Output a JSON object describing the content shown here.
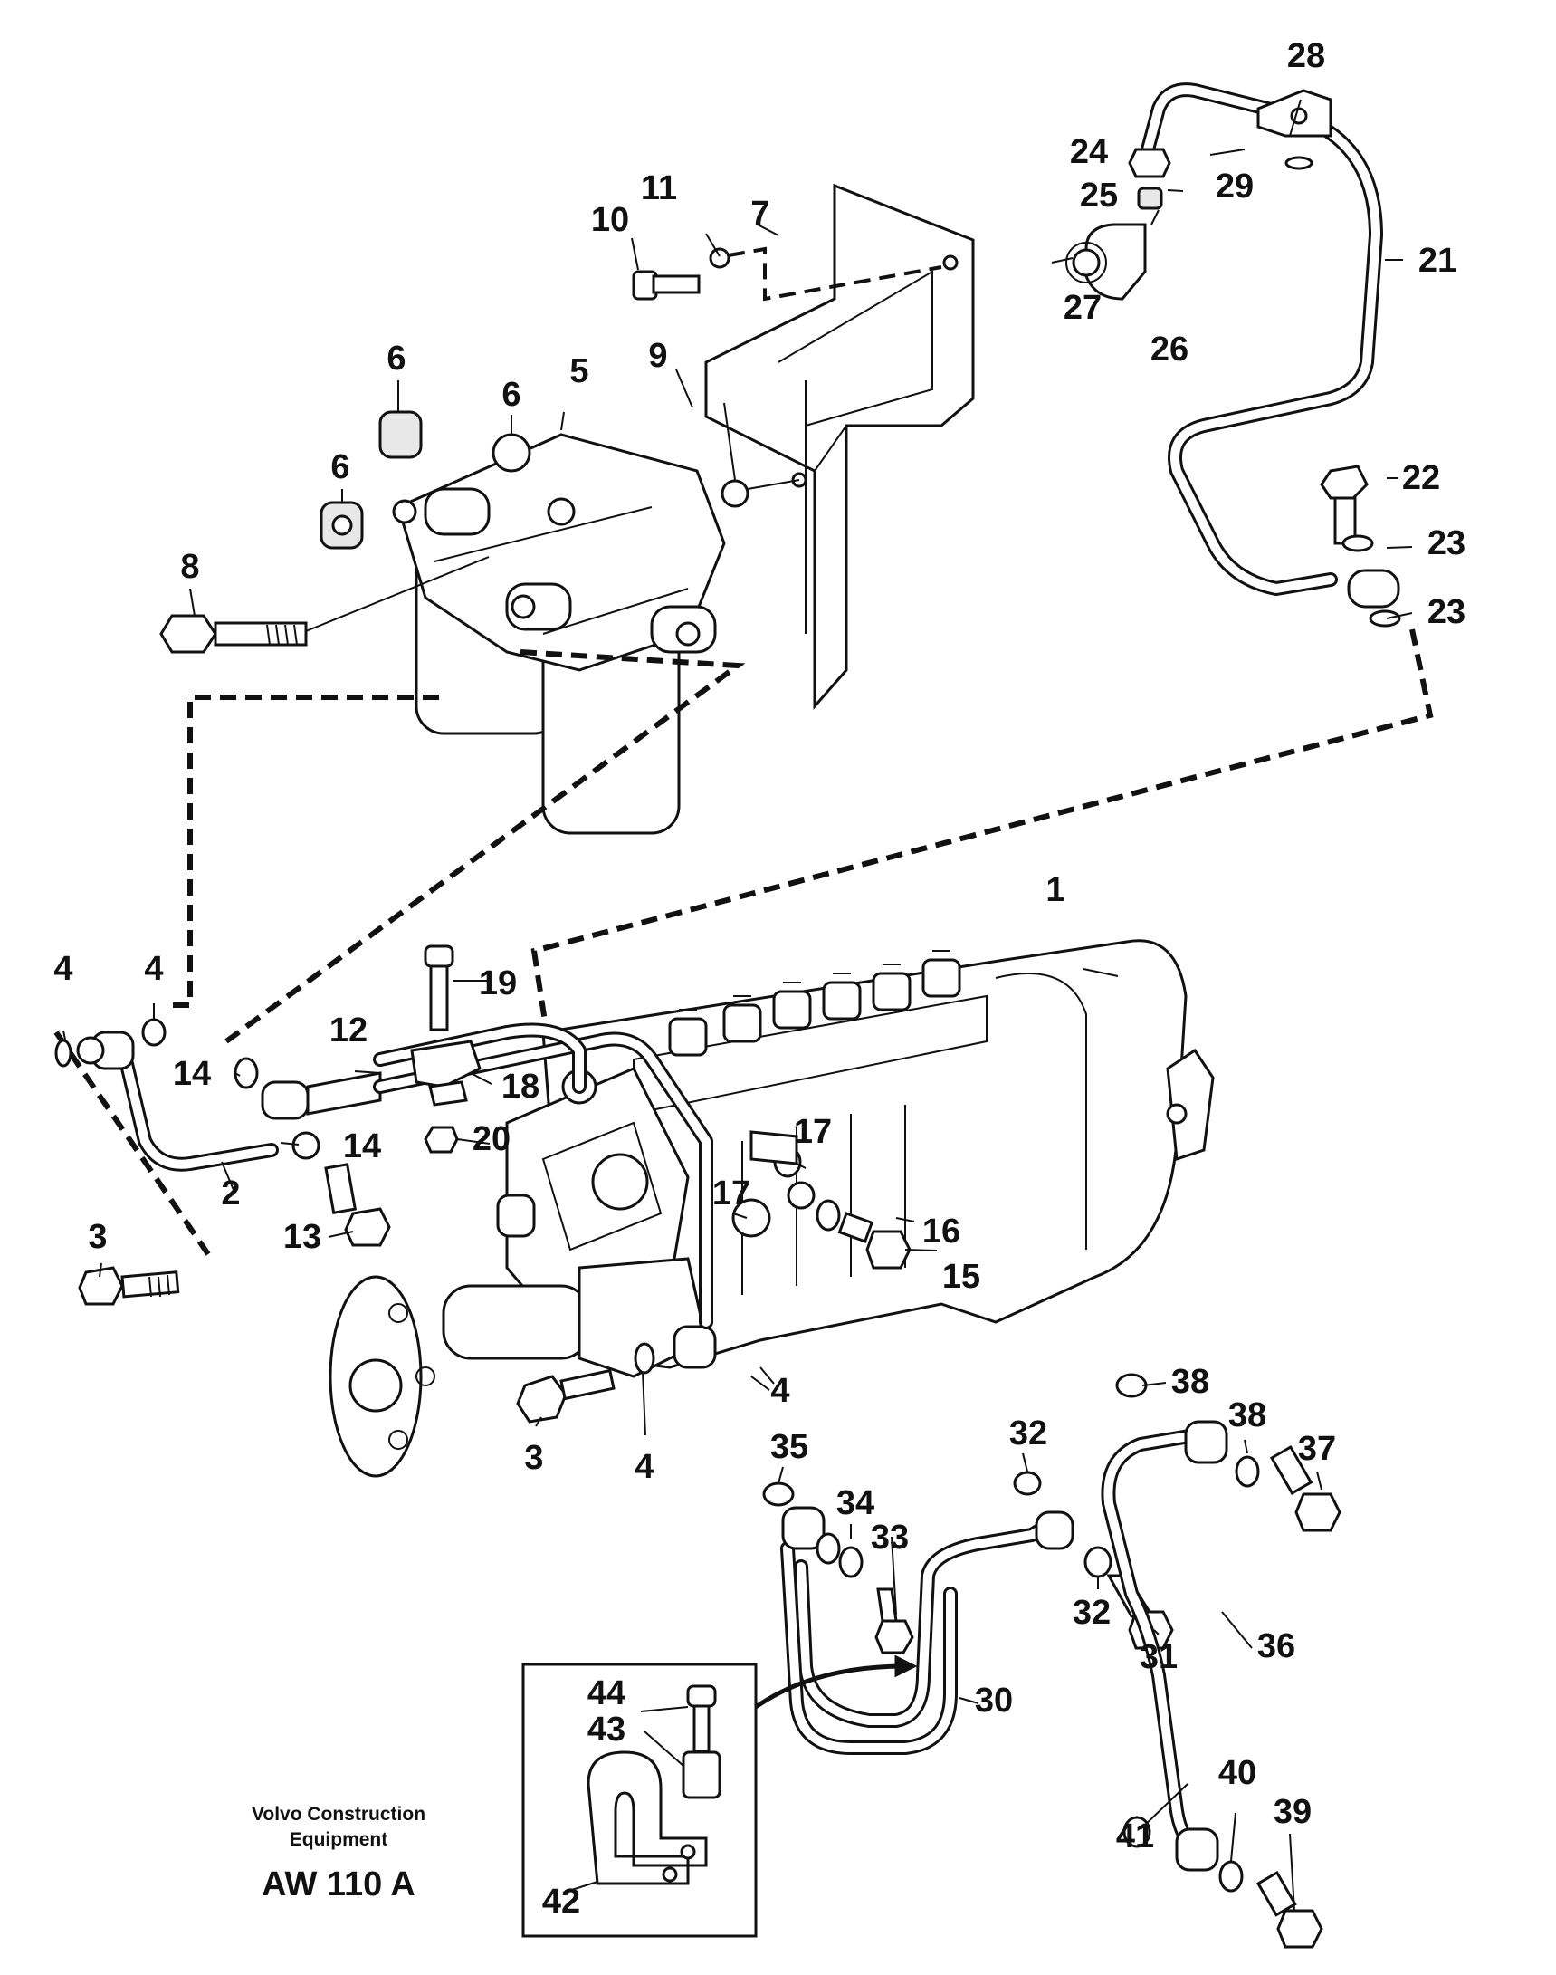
{
  "callouts": [
    {
      "id": "1",
      "label": "1"
    },
    {
      "id": "2",
      "label": "2"
    },
    {
      "id": "3a",
      "label": "3"
    },
    {
      "id": "3b",
      "label": "3"
    },
    {
      "id": "4a",
      "label": "4"
    },
    {
      "id": "4b",
      "label": "4"
    },
    {
      "id": "4c",
      "label": "4"
    },
    {
      "id": "4d",
      "label": "4"
    },
    {
      "id": "5",
      "label": "5"
    },
    {
      "id": "6a",
      "label": "6"
    },
    {
      "id": "6b",
      "label": "6"
    },
    {
      "id": "6c",
      "label": "6"
    },
    {
      "id": "7",
      "label": "7"
    },
    {
      "id": "8",
      "label": "8"
    },
    {
      "id": "9",
      "label": "9"
    },
    {
      "id": "10",
      "label": "10"
    },
    {
      "id": "11",
      "label": "11"
    },
    {
      "id": "12",
      "label": "12"
    },
    {
      "id": "13",
      "label": "13"
    },
    {
      "id": "14a",
      "label": "14"
    },
    {
      "id": "14b",
      "label": "14"
    },
    {
      "id": "15",
      "label": "15"
    },
    {
      "id": "16",
      "label": "16"
    },
    {
      "id": "17a",
      "label": "17"
    },
    {
      "id": "17b",
      "label": "17"
    },
    {
      "id": "18",
      "label": "18"
    },
    {
      "id": "19",
      "label": "19"
    },
    {
      "id": "20",
      "label": "20"
    },
    {
      "id": "21",
      "label": "21"
    },
    {
      "id": "22",
      "label": "22"
    },
    {
      "id": "23a",
      "label": "23"
    },
    {
      "id": "23b",
      "label": "23"
    },
    {
      "id": "24",
      "label": "24"
    },
    {
      "id": "25",
      "label": "25"
    },
    {
      "id": "26",
      "label": "26"
    },
    {
      "id": "27",
      "label": "27"
    },
    {
      "id": "28",
      "label": "28"
    },
    {
      "id": "29",
      "label": "29"
    },
    {
      "id": "30",
      "label": "30"
    },
    {
      "id": "31",
      "label": "31"
    },
    {
      "id": "32a",
      "label": "32"
    },
    {
      "id": "32b",
      "label": "32"
    },
    {
      "id": "33",
      "label": "33"
    },
    {
      "id": "34",
      "label": "34"
    },
    {
      "id": "35",
      "label": "35"
    },
    {
      "id": "36",
      "label": "36"
    },
    {
      "id": "37",
      "label": "37"
    },
    {
      "id": "38a",
      "label": "38"
    },
    {
      "id": "38b",
      "label": "38"
    },
    {
      "id": "39",
      "label": "39"
    },
    {
      "id": "40",
      "label": "40"
    },
    {
      "id": "41",
      "label": "41"
    },
    {
      "id": "42",
      "label": "42"
    },
    {
      "id": "43",
      "label": "43"
    },
    {
      "id": "44",
      "label": "44"
    }
  ],
  "footer": {
    "company_line1": "Volvo Construction",
    "company_line2": "Equipment",
    "drawing_code": "AW 110 A"
  }
}
